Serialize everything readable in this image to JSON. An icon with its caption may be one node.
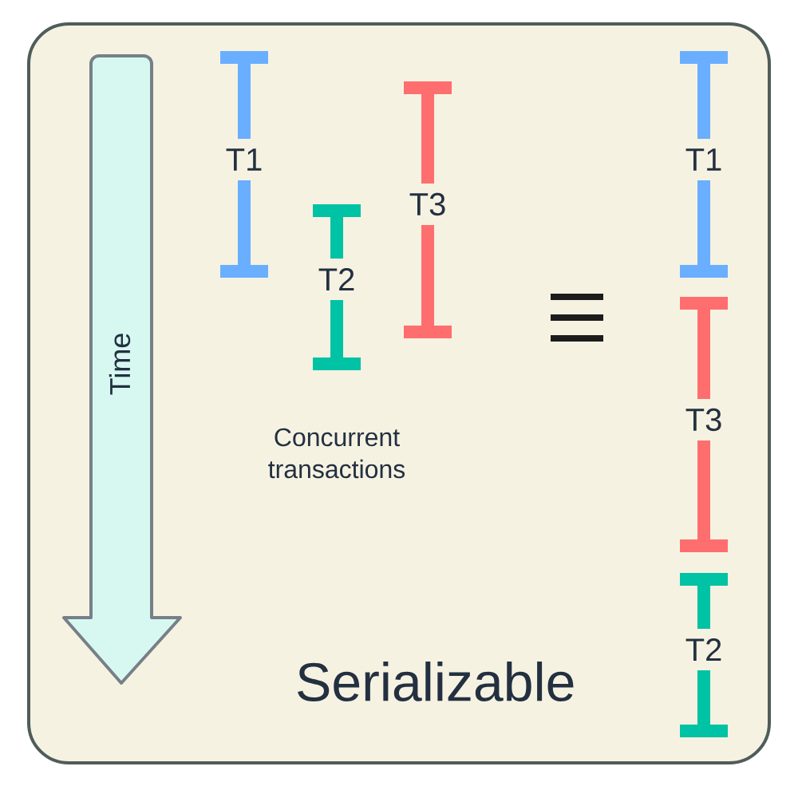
{
  "diagram": {
    "nodes": [
      {
        "text": [
          "Time"
        ]
      }
    ],
    "labels": [
      "T1",
      "T3",
      "T2",
      "T1",
      "T3",
      "T2",
      "Concurrent transactions",
      "Serializable"
    ]
  }
}
